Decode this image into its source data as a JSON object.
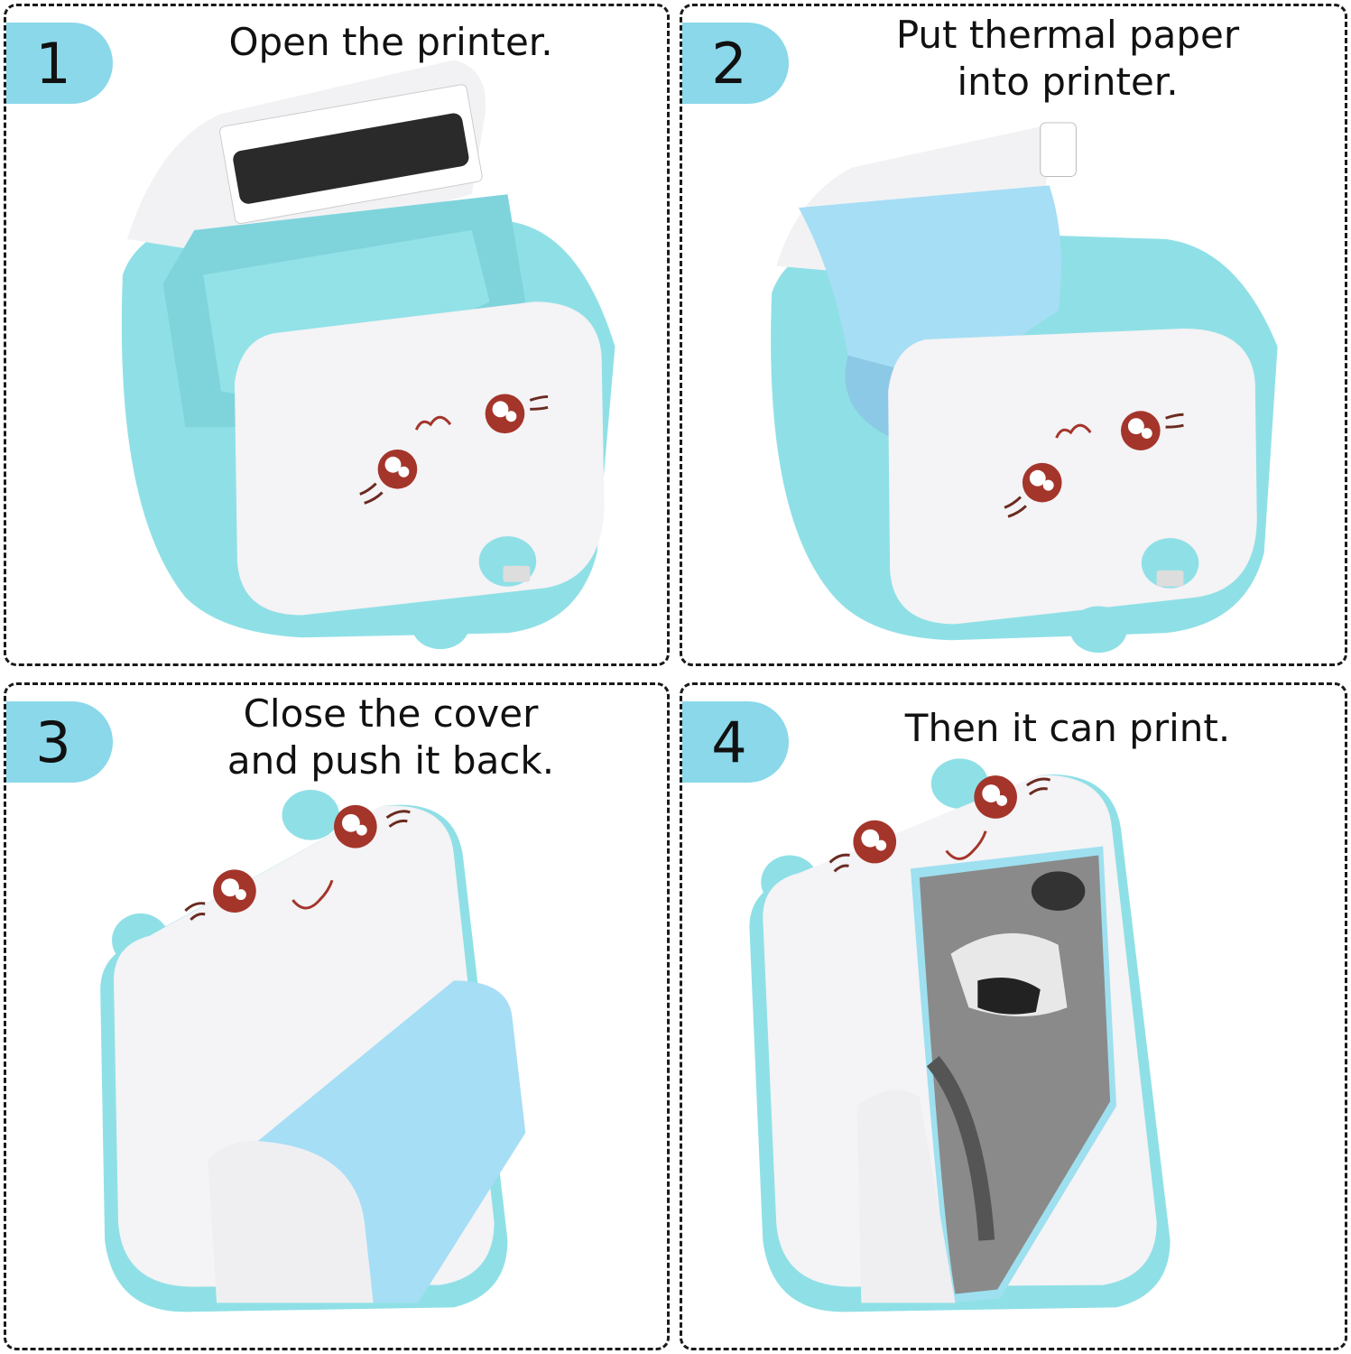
{
  "guide": {
    "accent_color": "#8ad8ea",
    "printer_body_color": "#f4f3f5",
    "printer_trim_color": "#8fe0e6",
    "paper_color": "#a6def5",
    "face_color": "#a4352a",
    "steps": [
      {
        "number": "1",
        "title_lines": [
          "Open the printer."
        ],
        "illustration": "printer-lid-open-empty"
      },
      {
        "number": "2",
        "title_lines": [
          "Put thermal paper",
          "into printer."
        ],
        "illustration": "printer-paper-roll-inserted"
      },
      {
        "number": "3",
        "title_lines": [
          "Close the cover",
          "and push it back."
        ],
        "illustration": "printer-closed-paper-out"
      },
      {
        "number": "4",
        "title_lines": [
          "Then it can print."
        ],
        "illustration": "printer-printing-photo"
      }
    ]
  }
}
